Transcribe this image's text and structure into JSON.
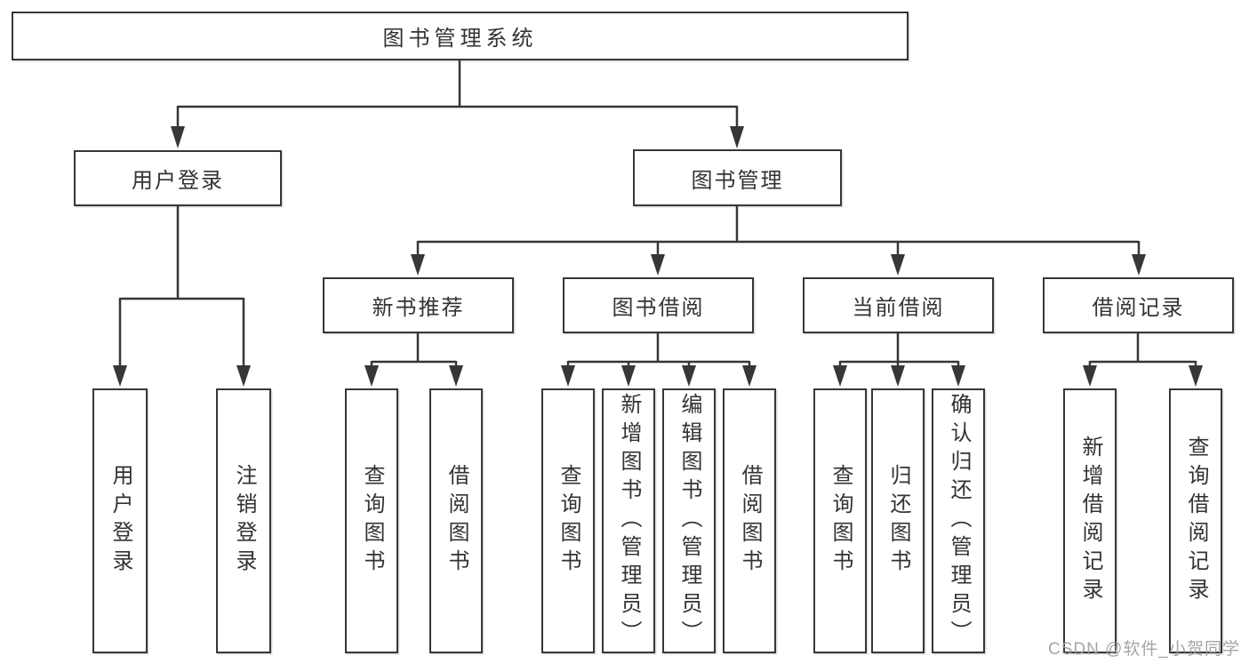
{
  "diagram": {
    "root": {
      "label": "图书管理系统"
    },
    "level2": [
      {
        "label": "用户登录"
      },
      {
        "label": "图书管理"
      }
    ],
    "level3": [
      {
        "label": "新书推荐"
      },
      {
        "label": "图书借阅"
      },
      {
        "label": "当前借阅"
      },
      {
        "label": "借阅记录"
      }
    ],
    "leaves": {
      "user_login": [
        "用户登录",
        "注销登录"
      ],
      "new_books": [
        "查询图书",
        "借阅图书"
      ],
      "book_borrowing": [
        "查询图书",
        "新增图书（管理员）",
        "编辑图书（管理员）",
        "借阅图书"
      ],
      "current_borrowing": [
        "查询图书",
        "归还图书",
        "确认归还（管理员）"
      ],
      "borrowing_records": [
        "新增借阅记录",
        "查询借阅记录"
      ]
    }
  },
  "watermark": {
    "text": "CSDN @软件_小贺同学"
  },
  "colors": {
    "line": "#373737",
    "text": "#333333",
    "watermark": "#9c9c9c",
    "background": "#ffffff"
  }
}
